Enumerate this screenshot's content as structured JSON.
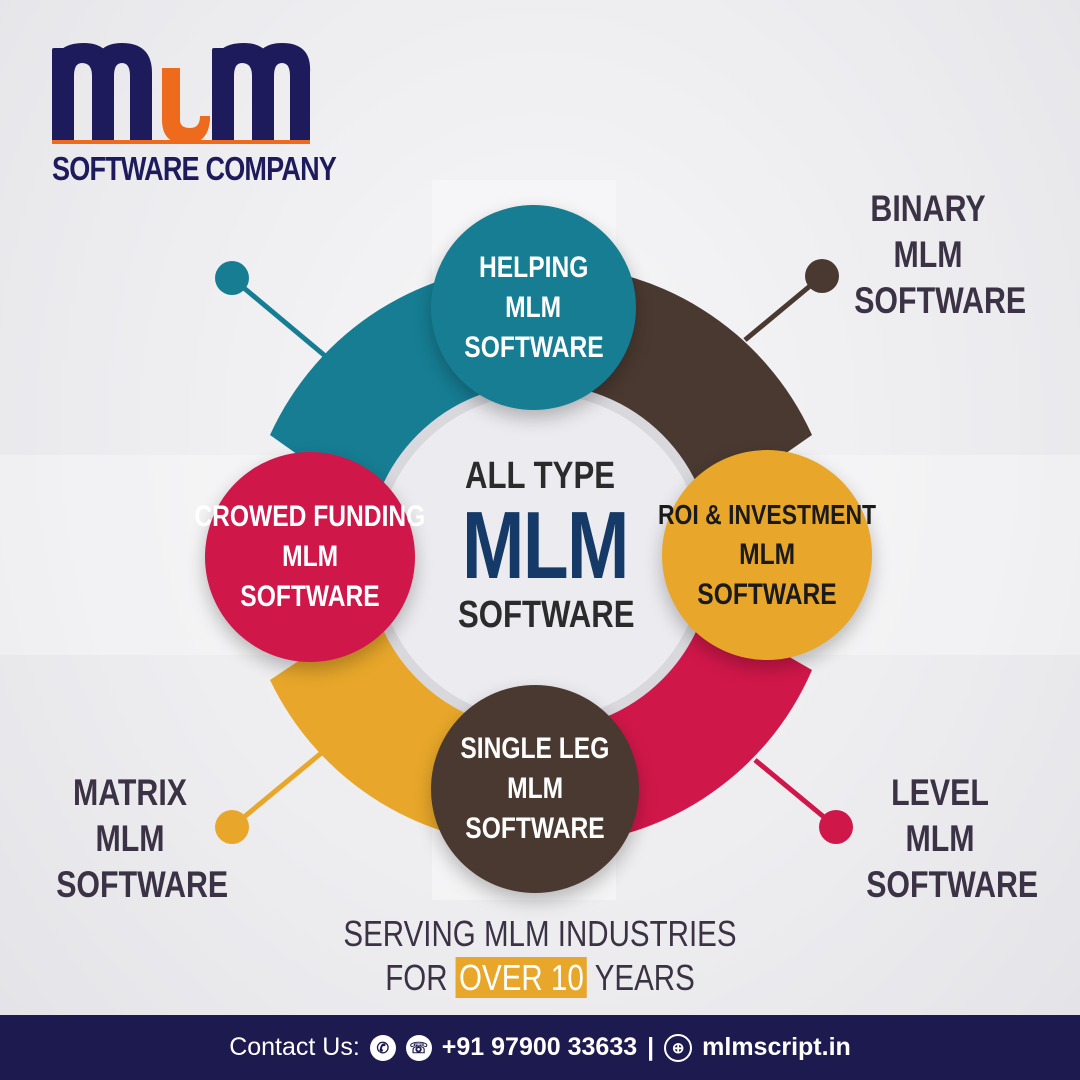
{
  "logo": {
    "wordmark": "MLM",
    "company": "SOFTWARE COMPANY"
  },
  "ring": {
    "top": [
      "HELPING",
      "MLM",
      "SOFTWARE"
    ],
    "left": [
      "CROWED FUNDING",
      "MLM",
      "SOFTWARE"
    ],
    "right": [
      "ROI & INVESTMENT",
      "MLM",
      "SOFTWARE"
    ],
    "bottom": [
      "SINGLE LEG",
      "MLM",
      "SOFTWARE"
    ],
    "center": {
      "top": "ALL TYPE",
      "main": "MLM",
      "bottom": "SOFTWARE"
    }
  },
  "corners": {
    "binary": [
      "BINARY",
      "MLM",
      "SOFTWARE"
    ],
    "matrix": [
      "MATRIX",
      "MLM",
      "SOFTWARE"
    ],
    "level": [
      "LEVEL",
      "MLM",
      "SOFTWARE"
    ]
  },
  "serving": {
    "line1": "SERVING MLM INDUSTRIES",
    "for": "FOR",
    "highlight": "OVER 10",
    "years": "YEARS"
  },
  "footer": {
    "contact_label": "Contact Us:",
    "phone": "+91 97900 33633",
    "separator": "|",
    "website": "mlmscript.in"
  },
  "colors": {
    "navy": "#1e1b5c",
    "orange": "#ee6a1d",
    "teal": "#167d93",
    "brown": "#4a3930",
    "crimson": "#d0174a",
    "gold": "#e8a72a",
    "footer": "#1c1a4f"
  },
  "icons": [
    "phone-icon",
    "whatsapp-icon",
    "globe-icon"
  ]
}
